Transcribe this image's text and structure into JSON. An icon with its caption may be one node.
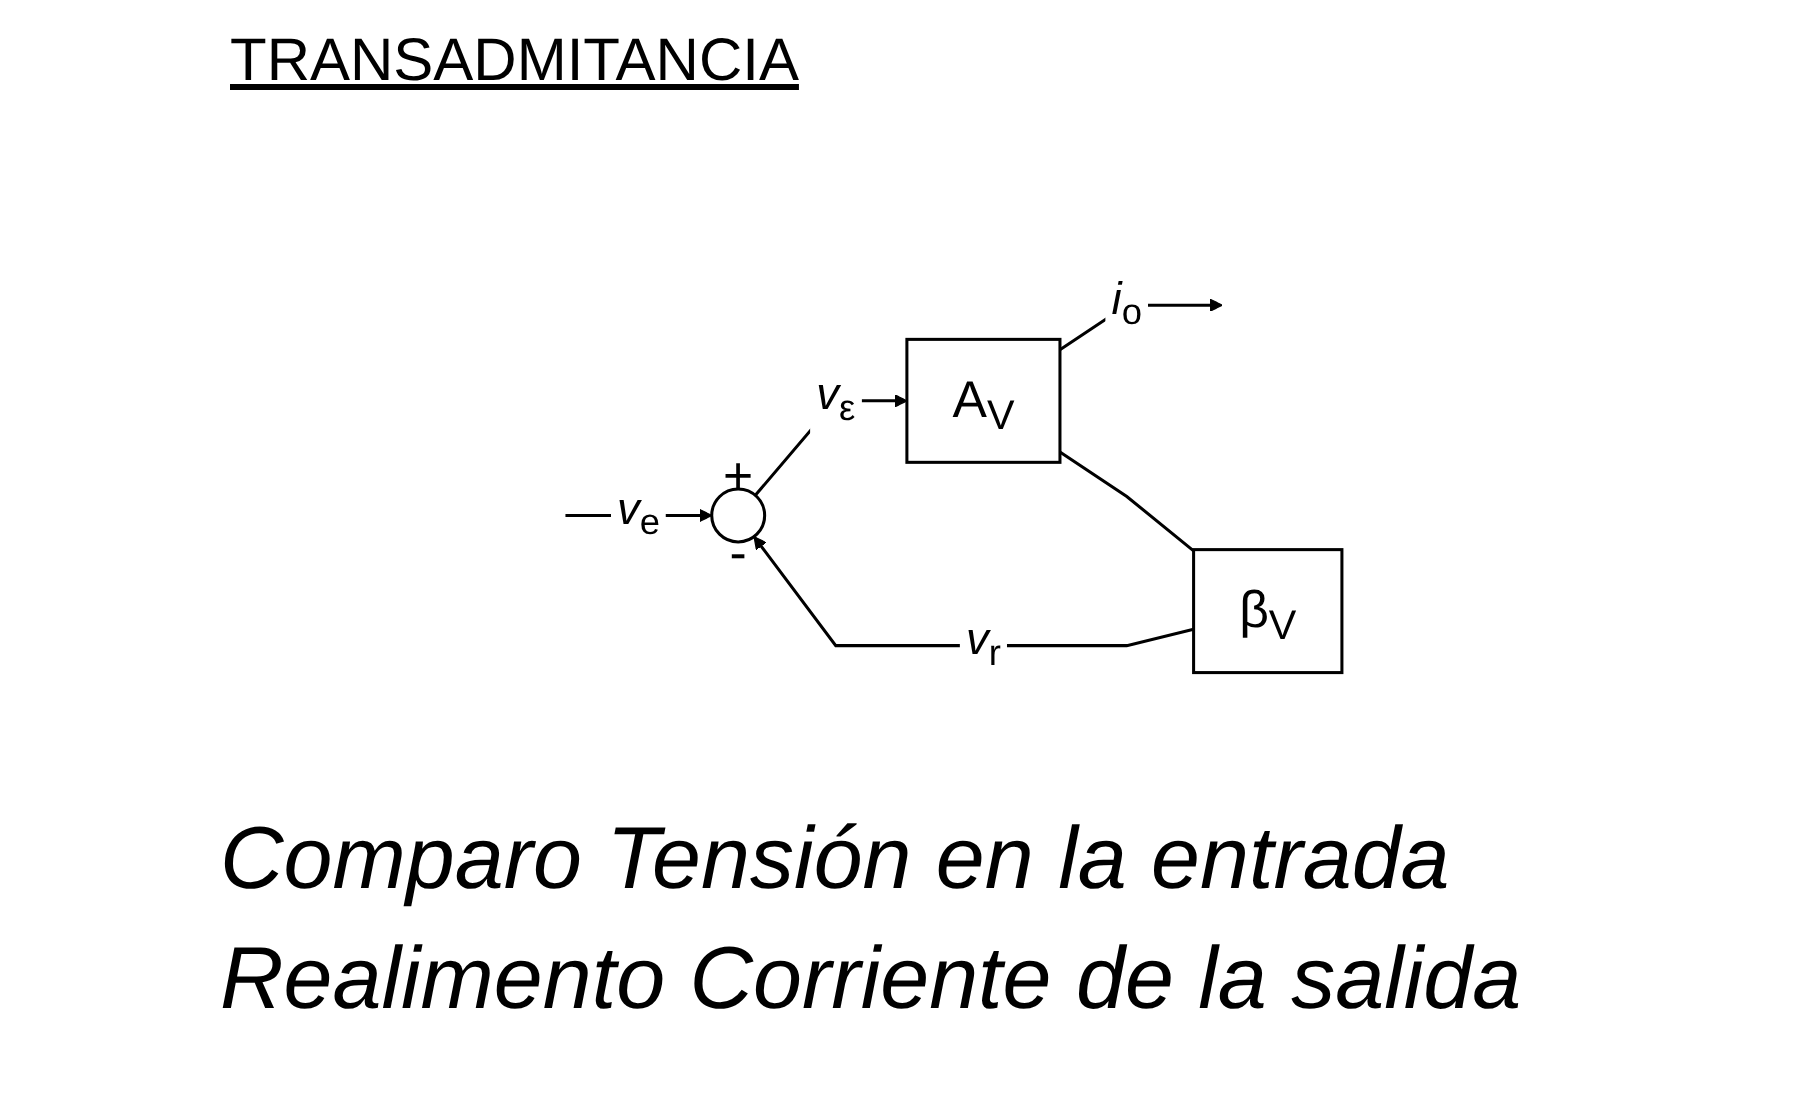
{
  "diagram": {
    "title": "TRANSADMITANCIA",
    "nodes": [
      {
        "text": [
          "+",
          "-"
        ]
      },
      {
        "text": [
          "A$_{V}$"
        ]
      },
      {
        "text": [
          "β$_{V}$"
        ]
      }
    ],
    "edges": [
      {
        "from": null,
        "to": 0,
        "arrow": "to",
        "label": "*v*$_{e}$"
      },
      {
        "from": 0,
        "to": 1,
        "arrow": "to",
        "label": "*v*$_{ε}$"
      },
      {
        "from": 1,
        "to": null,
        "arrow": "to",
        "label": "*i*$_{o}$"
      },
      {
        "from": 1,
        "to": 2,
        "arrow": "none"
      },
      {
        "from": 2,
        "to": 0,
        "arrow": "to",
        "label": "*v*$_{r}$"
      }
    ],
    "labels": [
      "Comparo Tensión en la entrada",
      "Realimento Corriente de la salida"
    ]
  }
}
